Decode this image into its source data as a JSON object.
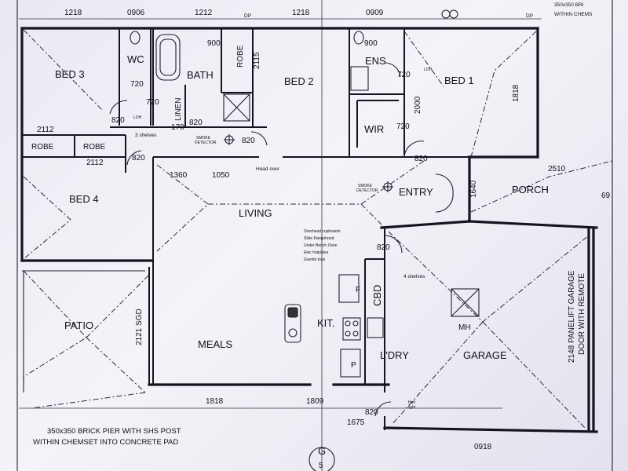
{
  "rooms": {
    "bed3": "BED 3",
    "wc": "WC",
    "bath": "BATH",
    "bed2": "BED 2",
    "ens": "ENS",
    "bed1": "BED 1",
    "wir": "WIR",
    "robe_a": "ROBE",
    "robe_b": "ROBE",
    "robe_c": "ROBE",
    "linen": "LINEN",
    "bed4": "BED 4",
    "living": "LIVING",
    "entry": "ENTRY",
    "porch": "PORCH",
    "patio": "PATIO",
    "meals": "MEALS",
    "kit": "KIT.",
    "cbd": "CBD",
    "ldry": "L'DRY",
    "garage": "GARAGE",
    "mh": "MH",
    "f": "F",
    "p": "P"
  },
  "dimensions": {
    "top_1": "1218",
    "top_2": "0906",
    "top_3": "1212",
    "top_4": "1218",
    "top_5": "0909",
    "dp_1": "DP",
    "dp_2": "DP",
    "wc_door": "720",
    "wc_door2": "720",
    "bath_900": "900",
    "robe_2115": "2115",
    "ens_900": "900",
    "ens_720": "720",
    "bed1_1818": "1818",
    "wir_2000": "2000",
    "wir_720": "720",
    "bed3_820": "820",
    "linen_170": "170",
    "bath_820": "820",
    "bed2_820": "820",
    "w2112_a": "2112",
    "w2112_b": "2112",
    "hall_820": "820",
    "entry_820": "820",
    "w1360": "1360",
    "w1050": "1050",
    "porch_2510": "2510",
    "porch_1640": "1640",
    "porch_69": "69",
    "kit_820": "820",
    "patio_2121": "2121 SGD",
    "bot_1818": "1818",
    "bot_1809": "1809",
    "bot_1675": "1675",
    "ldry_820": "820",
    "bot_0918": "0918"
  },
  "annotations": {
    "loh_1": "LOH",
    "loh_2": "LOH",
    "shelves_3": "3 shelves",
    "smoke_1_a": "SMOKE",
    "smoke_1_b": "DETECTOR",
    "smoke_2_a": "SMOKE",
    "smoke_2_b": "DETECTOR",
    "head_over": "Head over",
    "shelves_4": "4 shelves",
    "half_light_a": "Half",
    "half_light_b": "light",
    "top_right_a": "350x350 BRI",
    "top_right_b": "WITHIN CHEMS",
    "kitchen_notes": [
      "Overhead cupboards",
      "Slide Rangehood",
      "Under Bench Oven",
      "Elec hotplates",
      "Granite tops"
    ],
    "garage_door_a": "2148 PANELIFT GARAGE",
    "garage_door_b": "DOOR WITH REMOTE",
    "pier_note_a": "350x350 BRICK PIER WITH SHS POST",
    "pier_note_b": "WITHIN CHEMSET INTO CONCRETE PAD",
    "grid_letter": "G",
    "grid_number": "5"
  }
}
